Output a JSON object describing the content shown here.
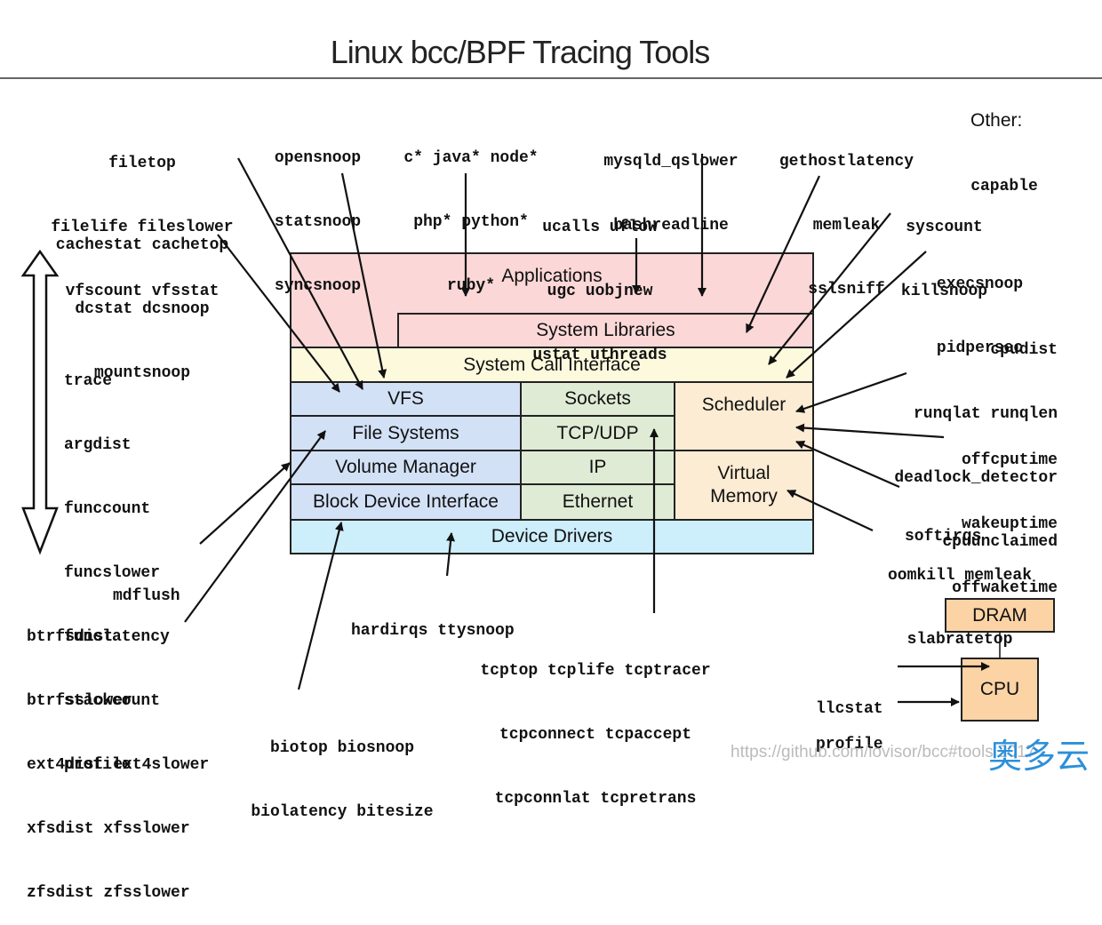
{
  "title": "Linux bcc/BPF Tracing Tools",
  "layers": {
    "applications": "Applications",
    "system_libraries": "System Libraries",
    "system_call_interface": "System Call Interface",
    "vfs": "VFS",
    "file_systems": "File Systems",
    "volume_manager": "Volume Manager",
    "block_device_interface": "Block Device Interface",
    "sockets": "Sockets",
    "tcp_udp": "TCP/UDP",
    "ip": "IP",
    "ethernet": "Ethernet",
    "scheduler": "Scheduler",
    "virtual_memory": [
      "Virtual",
      "Memory"
    ],
    "device_drivers": "Device Drivers",
    "dram": "DRAM",
    "cpu": "CPU"
  },
  "tool_groups": {
    "vfs_tools": [
      "filetop",
      "filelife fileslower",
      "vfscount vfsstat"
    ],
    "cache_tools": [
      "cachestat cachetop",
      "dcstat dcsnoop",
      "mountsnoop"
    ],
    "syscall_snoop_tools": [
      "opensnoop",
      "statsnoop",
      "syncsnoop"
    ],
    "language_tools": [
      "c* java* node*",
      "php* python*",
      "ruby*"
    ],
    "user_tools": [
      "ucalls uflow",
      "ugc uobjnew",
      "ustat uthreads"
    ],
    "app_tools": [
      "mysqld_qslower",
      "bashreadline"
    ],
    "lib_tools": [
      "gethostlatency",
      "memleak",
      "sslsniff"
    ],
    "other_label": "Other:",
    "other_tools": [
      "capable"
    ],
    "syscount_tools": [
      "syscount",
      "killsnoop"
    ],
    "exec_tools": [
      "execsnoop",
      "pidpersec"
    ],
    "cpu_tools": [
      "cpudist",
      "runqlat runqlen",
      "deadlock_detector",
      "cpuunclaimed"
    ],
    "offcpu_tools": [
      "offcputime",
      "wakeuptime",
      "offwaketime"
    ],
    "softirq_tools": [
      "softirqs"
    ],
    "mem_tools": [
      "oomkill memleak",
      "slabratetop"
    ],
    "generic_tools": [
      "trace",
      "argdist",
      "funccount",
      "funcslower",
      "funclatency",
      "stackcount",
      "profile"
    ],
    "md_tools": [
      "mdflush"
    ],
    "fs_tools": [
      "btrfsdist",
      "btrfsslower",
      "ext4dist ext4slower",
      "xfsdist xfsslower",
      "zfsdist zfsslower"
    ],
    "bio_tools": [
      "biotop biosnoop",
      "biolatency bitesize"
    ],
    "irq_tools": [
      "hardirqs ttysnoop"
    ],
    "tcp_tools": [
      "tcptop tcplife tcptracer",
      "tcpconnect tcpaccept",
      "tcpconnlat tcpretrans"
    ],
    "llc_tools": [
      "llcstat"
    ],
    "cpu_profile_tools": [
      "profile"
    ]
  },
  "footer": {
    "url": "https://github.com/iovisor/bcc#tools 2017",
    "watermark": "奥多云"
  },
  "colors": {
    "applications": "#fbd7d7",
    "syscall": "#fdf9dd",
    "storage": "#d3e1f7",
    "network": "#e0ebd5",
    "cpu_mem": "#fcecd3",
    "drivers": "#cdeefb",
    "hardware": "#fbd3a5"
  }
}
